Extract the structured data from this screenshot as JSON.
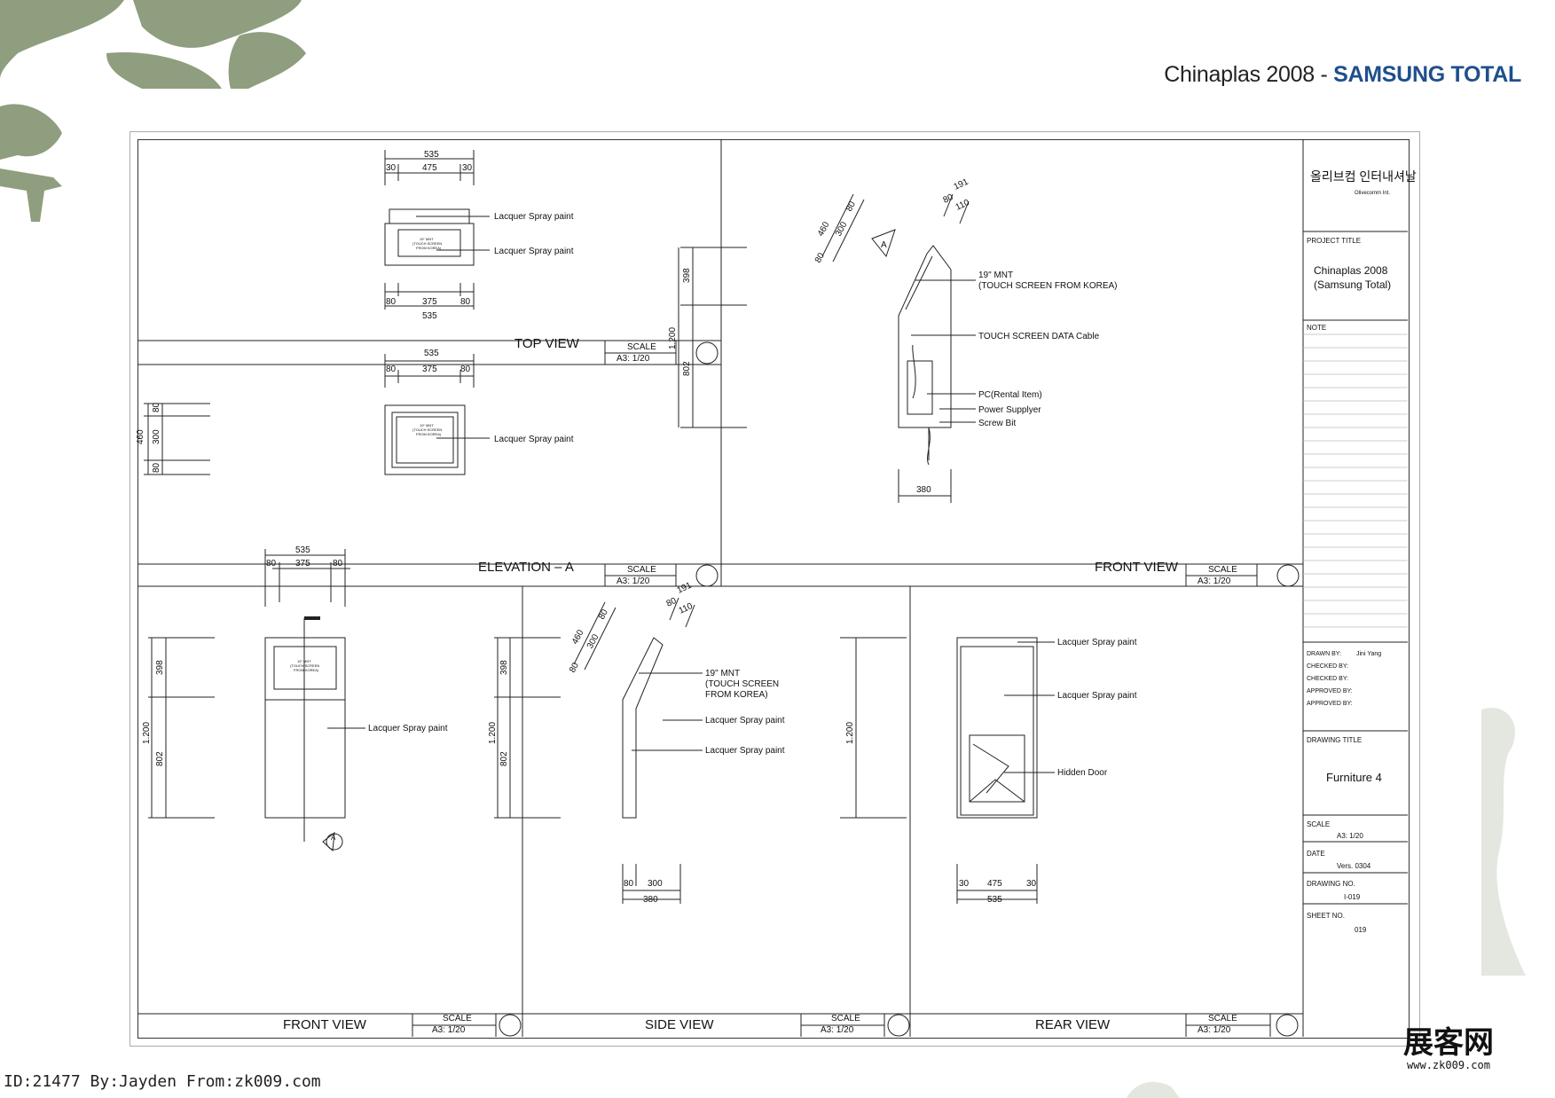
{
  "header": {
    "project": "Chinaplas 2008 - ",
    "brand": "SAMSUNG TOTAL"
  },
  "views": {
    "top": {
      "title": "TOP VIEW",
      "scale_label": "SCALE",
      "scale": "A3: 1/20",
      "dims": [
        "535",
        "30",
        "475",
        "30",
        "80",
        "375",
        "80",
        "535"
      ],
      "notes": [
        "Lacquer Spray paint",
        "Lacquer Spray paint"
      ],
      "screen": [
        "19\" MNT",
        "(TOUCH SCREEN",
        "FROM KOREA)"
      ]
    },
    "elevation": {
      "title": "ELEVATION – A",
      "scale_label": "SCALE",
      "scale": "A3: 1/20",
      "dims": [
        "535",
        "80",
        "375",
        "80",
        "460",
        "80",
        "300",
        "80"
      ],
      "notes": [
        "Lacquer Spray paint"
      ],
      "screen": [
        "19\" MNT",
        "(TOUCH SCREEN",
        "FROM KOREA)"
      ]
    },
    "front_top": {
      "title": "FRONT VIEW",
      "scale_label": "SCALE",
      "scale": "A3: 1/20",
      "dims": [
        "1.200",
        "398",
        "802",
        "380",
        "460",
        "300",
        "80",
        "80",
        "191",
        "80",
        "110"
      ],
      "notes": [
        "19\" MNT",
        "(TOUCH SCREEN FROM KOREA)",
        "TOUCH SCREEN DATA Cable",
        "PC(Rental Item)",
        "Power Supplyer",
        "Screw Bit"
      ],
      "marker": "A"
    },
    "front": {
      "title": "FRONT VIEW",
      "scale_label": "SCALE",
      "scale": "A3: 1/20",
      "dims": [
        "535",
        "80",
        "375",
        "80",
        "1.200",
        "398",
        "802"
      ],
      "notes": [
        "Lacquer Spray paint"
      ],
      "screen": [
        "19\" MNT",
        "(TOUCH SCREEN",
        "FROM KOREA)"
      ],
      "marker": "A"
    },
    "side": {
      "title": "SIDE VIEW",
      "scale_label": "SCALE",
      "scale": "A3: 1/20",
      "dims": [
        "1.200",
        "398",
        "802",
        "460",
        "300",
        "80",
        "80",
        "191",
        "80",
        "110",
        "80",
        "300",
        "380"
      ],
      "notes": [
        "19\" MNT",
        "(TOUCH SCREEN",
        "FROM KOREA)",
        "Lacquer Spray paint",
        "Lacquer Spray paint"
      ]
    },
    "rear": {
      "title": "REAR VIEW",
      "scale_label": "SCALE",
      "scale": "A3: 1/20",
      "dims": [
        "1.200",
        "30",
        "475",
        "30",
        "535"
      ],
      "notes": [
        "Lacquer Spray paint",
        "Lacquer Spray paint",
        "Hidden Door"
      ]
    }
  },
  "title_block": {
    "company_korean": "올리브컴 인터내셔날",
    "company": "Olivecomm Int.",
    "project_label": "PROJECT TITLE",
    "project_lines": [
      "Chinaplas 2008",
      "(Samsung Total)"
    ],
    "note_label": "NOTE",
    "drawn_by_label": "DRAWN BY:",
    "drawn_by": "Jini Yang",
    "checked_by_label": "CHECKED BY:",
    "approved_by_label": "APPROVED BY:",
    "drawing_title_label": "DRAWING TITLE",
    "drawing_title": "Furniture 4",
    "scale_label": "SCALE",
    "scale": "A3: 1/20",
    "date_label": "DATE",
    "date": "Vers. 0304",
    "drawing_no_label": "DRAWING NO.",
    "drawing_no": "I-019",
    "sheet_no_label": "SHEET NO.",
    "sheet_no": "019"
  },
  "footer": {
    "watermark": "ID:21477 By:Jayden From:zk009.com",
    "site_logo": "展客网",
    "site_url": "www.zk009.com"
  },
  "colors": {
    "deco": "#8f9e7e",
    "brand": "#1f4f8c",
    "line": "#222"
  }
}
